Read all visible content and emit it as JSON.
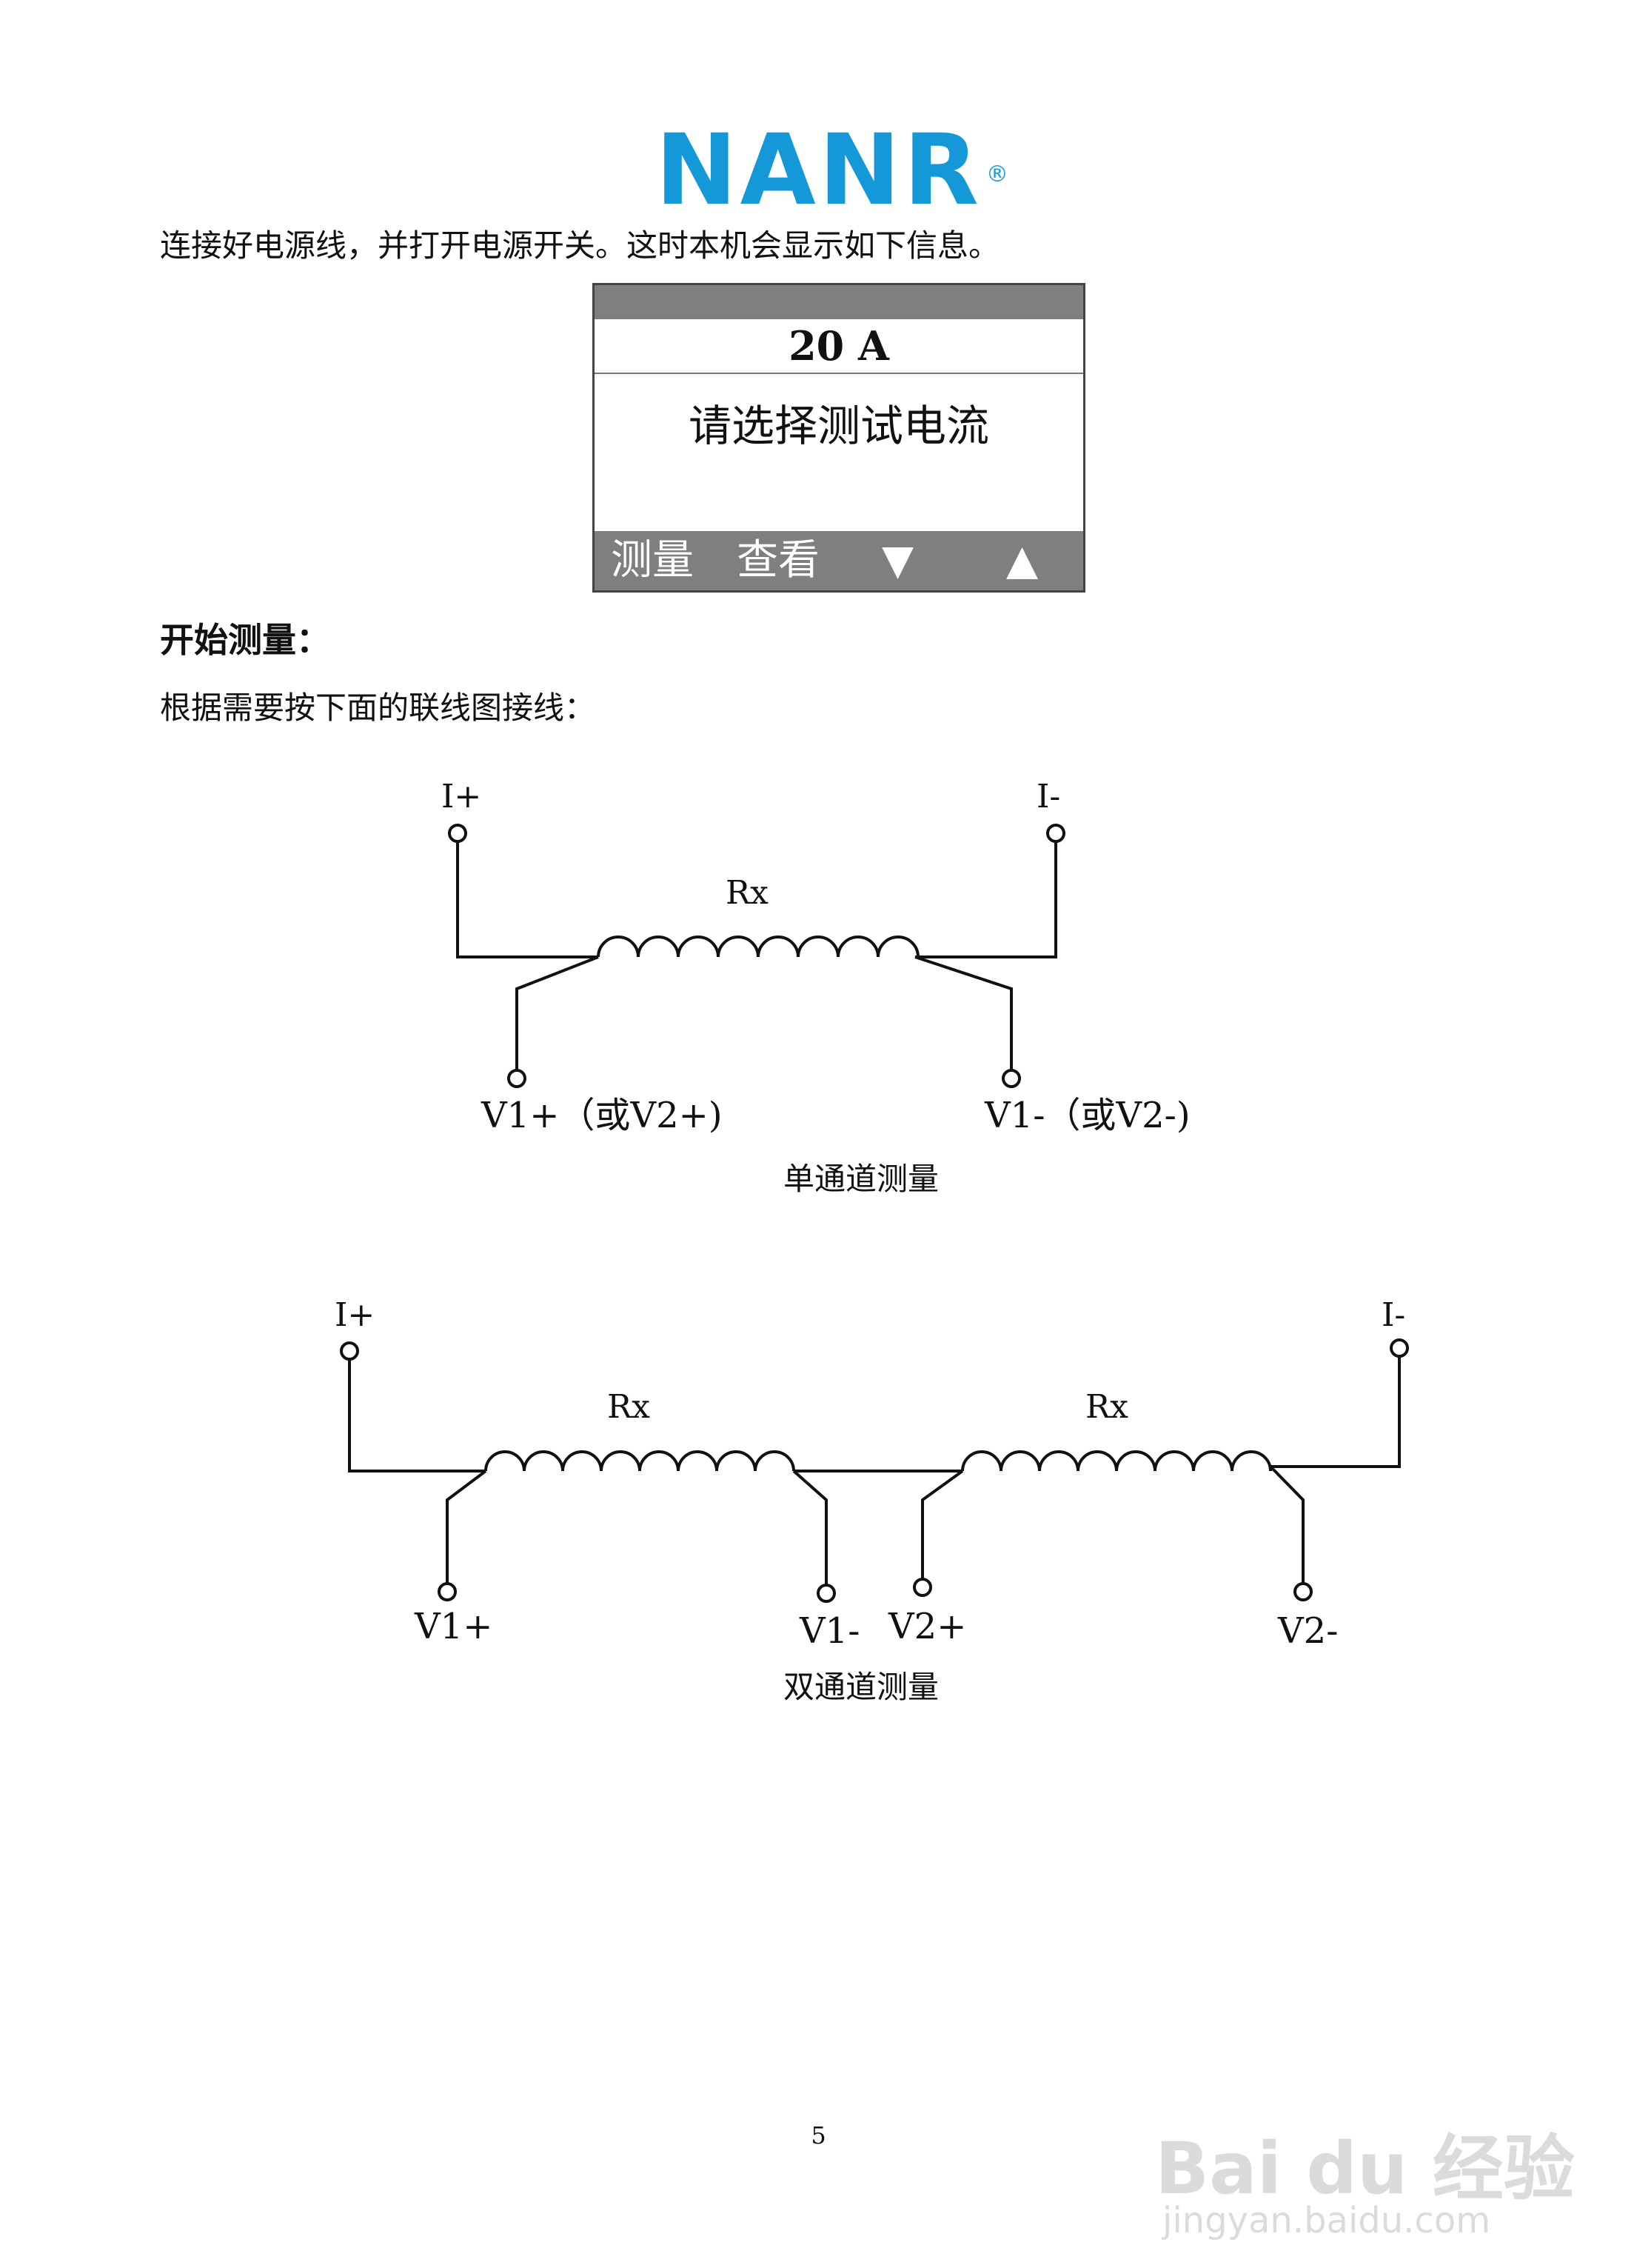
{
  "logo": {
    "text": "NANR",
    "registered_mark": "®"
  },
  "intro_text": "连接好电源线，并打开电源开关。这时本机会显示如下信息。",
  "lcd": {
    "current": "20 A",
    "prompt": "请选择测试电流",
    "softkeys": [
      "测量",
      "查看",
      "▼",
      "▲"
    ]
  },
  "section_heading": "开始测量：",
  "wiring_text": "根据需要按下面的联线图接线：",
  "single_channel": {
    "caption": "单通道测量",
    "resistor_label": "Rx",
    "labels": {
      "i_plus": "I+",
      "i_minus": "I-",
      "v_plus": "V1+（或V2+)",
      "v_minus": "V1-（或V2-)"
    }
  },
  "dual_channel": {
    "caption": "双通道测量",
    "resistor_labels": [
      "Rx",
      "Rx"
    ],
    "labels": {
      "i_plus": "I+",
      "i_minus": "I-",
      "v1_plus": "V1+",
      "v1_minus": "V1-",
      "v2_plus": "V2+",
      "v2_minus": "V2-"
    }
  },
  "page_number": "5",
  "watermark": {
    "text": "Bai du 经验",
    "url": "jingyan.baidu.com"
  }
}
